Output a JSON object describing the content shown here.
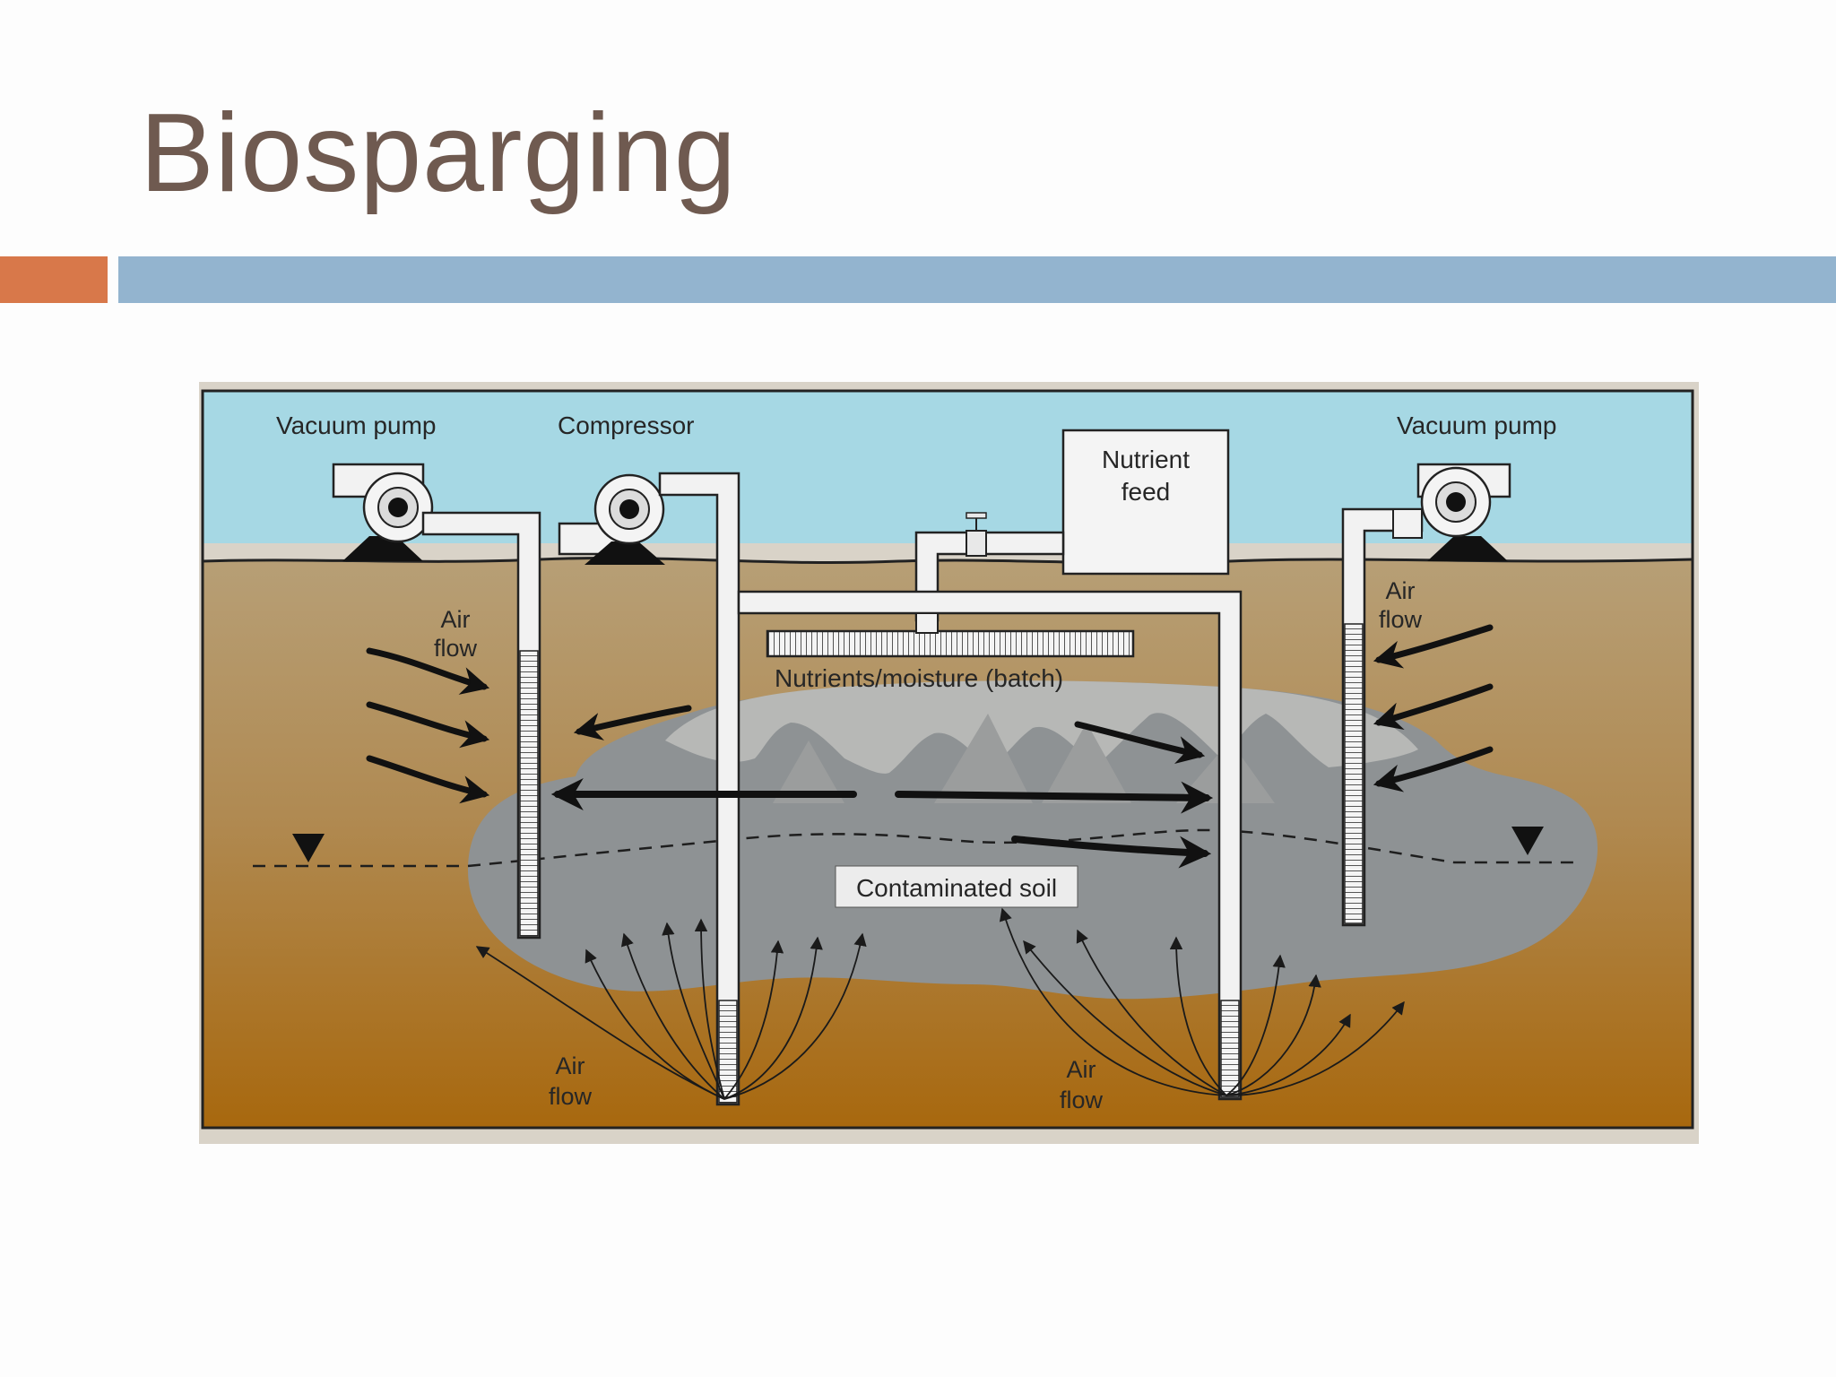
{
  "slide": {
    "title": "Biosparging"
  },
  "colors": {
    "title": "#6f5a50",
    "accent_orange": "#d8784a",
    "accent_blue": "#93b4cf",
    "sky": "#a6d8e4",
    "soil_top": "#b59a70",
    "soil_bottom": "#a8680e",
    "contaminated_soil": "#8e9294",
    "nutrient_zone": "#b7b8b6"
  },
  "diagram": {
    "labels": {
      "vacuum_pump_left": "Vacuum pump",
      "compressor": "Compressor",
      "nutrient_feed_line1": "Nutrient",
      "nutrient_feed_line2": "feed",
      "vacuum_pump_right": "Vacuum pump",
      "air_flow_left_air": "Air",
      "air_flow_left_flow": "flow",
      "air_flow_right_air": "Air",
      "air_flow_right_flow": "flow",
      "nutrients_moisture": "Nutrients/moisture (batch)",
      "contaminated_soil": "Contaminated soil",
      "air_flow_bottom_left_air": "Air",
      "air_flow_bottom_left_flow": "flow",
      "air_flow_bottom_right_air": "Air",
      "air_flow_bottom_right_flow": "flow"
    },
    "icons": [
      "vacuum-pump-icon",
      "compressor-icon",
      "valve-icon",
      "water-table-marker-icon"
    ]
  }
}
